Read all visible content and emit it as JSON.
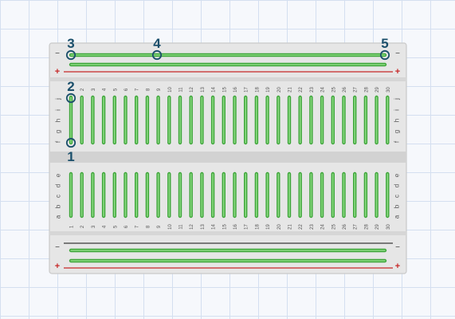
{
  "breadboard": {
    "columns": [
      "1",
      "2",
      "3",
      "4",
      "5",
      "6",
      "7",
      "8",
      "9",
      "10",
      "11",
      "12",
      "13",
      "14",
      "15",
      "16",
      "17",
      "18",
      "19",
      "20",
      "21",
      "22",
      "23",
      "24",
      "25",
      "26",
      "27",
      "28",
      "29",
      "30"
    ],
    "top_rows": [
      "j",
      "i",
      "h",
      "g",
      "f"
    ],
    "bottom_rows": [
      "e",
      "d",
      "c",
      "b",
      "a"
    ],
    "rail_minus": "−",
    "rail_plus": "+"
  },
  "annotations": [
    {
      "label": "1"
    },
    {
      "label": "2"
    },
    {
      "label": "3"
    },
    {
      "label": "4"
    },
    {
      "label": "5"
    }
  ],
  "colors": {
    "board": "#e6e6e6",
    "board_border": "#c9c9c9",
    "channel": "#d2d2d2",
    "strip": "#3ea53a",
    "strip_fill": "#8edc85",
    "rail_red": "#c62828",
    "rail_black": "#3a3a3a",
    "annotation": "#1b4f6b",
    "label_text": "#555555"
  }
}
